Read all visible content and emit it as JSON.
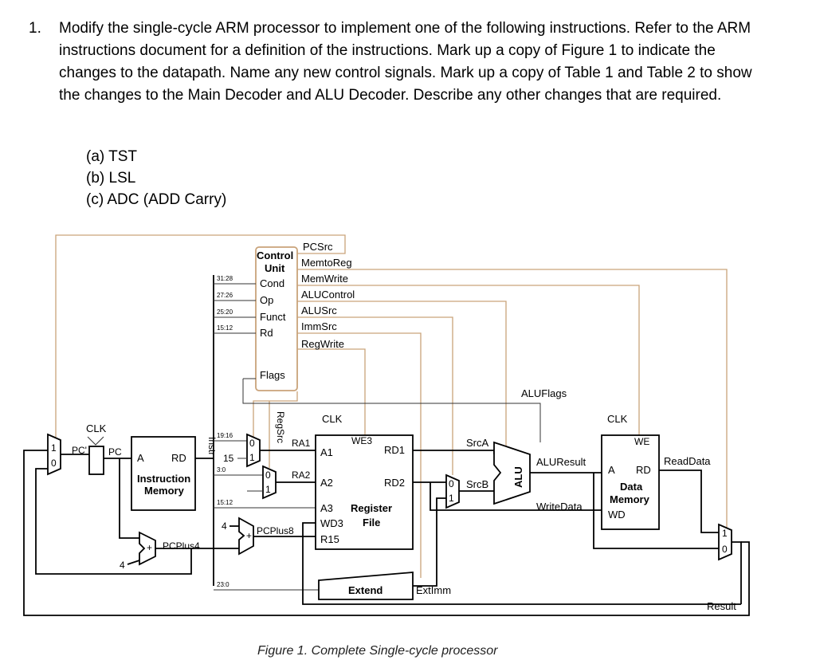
{
  "question": {
    "number": "1.",
    "text": "Modify the single-cycle ARM processor to implement one of the following instructions. Refer to the ARM instructions document for a definition of the instructions. Mark up a copy of Figure 1 to indicate the changes to the datapath. Name any new control signals. Mark up a copy of Table 1 and Table 2 to show the changes to the Main Decoder and ALU Decoder. Describe any other changes that are required.",
    "options": [
      "(a)  TST",
      "(b)  LSL",
      "(c)  ADC (ADD Carry)"
    ]
  },
  "figure": {
    "caption": "Figure 1. Complete Single-cycle processor",
    "control_unit": {
      "title1": "Control",
      "title2": "Unit",
      "inputs": [
        "Cond",
        "Op",
        "Funct",
        "Rd"
      ],
      "flags": "Flags"
    },
    "control_signals": [
      "PCSrc",
      "MemtoReg",
      "MemWrite",
      "ALUControl",
      "ALUSrc",
      "ImmSrc",
      "RegWrite"
    ],
    "instr_bits": [
      "31:28",
      "27:26",
      "25:20",
      "15:12"
    ],
    "instr_fields": [
      "19:16",
      "3:0",
      "15:12",
      "23:0"
    ],
    "labels": {
      "clk": "CLK",
      "pc_prime": "PC'",
      "pc": "PC",
      "instr": "Instr",
      "a": "A",
      "rd": "RD",
      "im1": "Instruction",
      "im2": "Memory",
      "pcplus4": "PCPlus4",
      "pcplus8": "PCPlus8",
      "four": "4",
      "fifteen": "15",
      "regsrc": "RegSrc",
      "ra1": "RA1",
      "ra2": "RA2",
      "we3": "WE3",
      "a1": "A1",
      "a2": "A2",
      "a3": "A3",
      "wd3": "WD3",
      "r15": "R15",
      "rd1": "RD1",
      "rd2": "RD2",
      "rf1": "Register",
      "rf2": "File",
      "extend": "Extend",
      "extimm": "ExtImm",
      "srca": "SrcA",
      "srcb": "SrcB",
      "alu": "ALU",
      "aluflags": "ALUFlags",
      "aluresult": "ALUResult",
      "writedata": "WriteData",
      "we": "WE",
      "dm1": "Data",
      "dm2": "Memory",
      "wd": "WD",
      "readdata": "ReadData",
      "result": "Result",
      "zero": "0",
      "one": "1"
    }
  }
}
